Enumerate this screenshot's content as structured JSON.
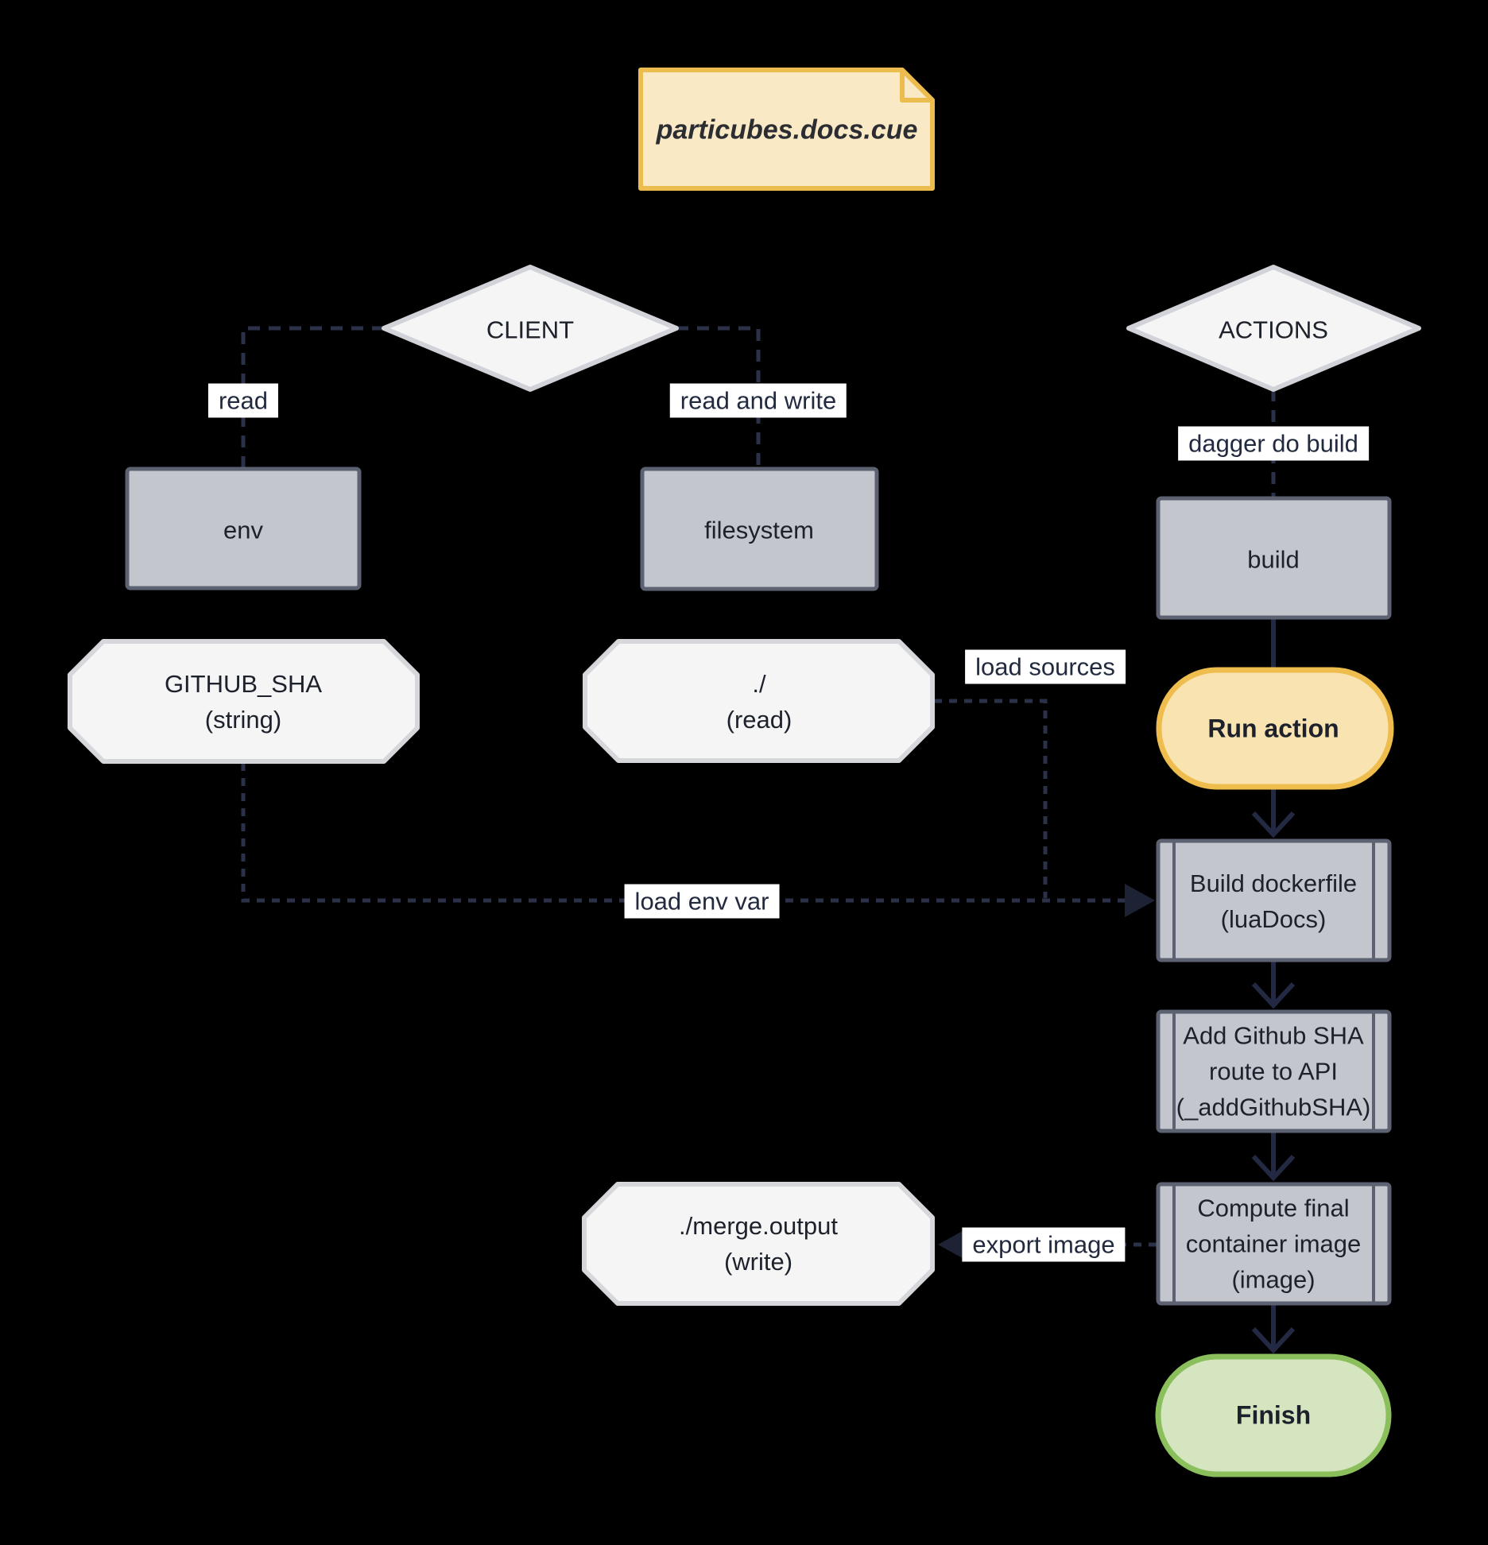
{
  "note": {
    "label": "particubes.docs.cue"
  },
  "diamonds": {
    "client": "CLIENT",
    "actions": "ACTIONS"
  },
  "nodes": {
    "env": "env",
    "filesystem": "filesystem",
    "build": "build",
    "github_sha": "GITHUB_SHA\n(string)",
    "read_dir": "./\n(read)",
    "run_action": "Run action",
    "build_dockerfile": "Build dockerfile\n(luaDocs)",
    "add_github_sha": "Add Github SHA\nroute to API\n(_addGithubSHA)",
    "compute_image": "Compute final\ncontainer image\n(image)",
    "merge_output": "./merge.output\n(write)",
    "finish": "Finish"
  },
  "edge_labels": {
    "read": "read",
    "read_and_write": "read and write",
    "dagger_do_build": "dagger do build",
    "load_sources": "load sources",
    "load_env_var": "load env var",
    "export_image": "export image"
  },
  "colors": {
    "background": "#000000",
    "dashed_edge": "#2b3149",
    "solid_edge": "#232942",
    "arrowhead": "#1d2335",
    "edge_label_bg": "#ffffff",
    "edge_label_text": "#222a3f",
    "gray_node_fill": "#c4c6cd",
    "gray_node_border": "#5d6272",
    "octagon_fill": "#f5f5f6",
    "octagon_border": "#d6d7db",
    "diamond_fill": "#f5f5f6",
    "diamond_border": "#d2d3d8",
    "note_fill": "#f9e9c4",
    "note_border": "#edbc4e",
    "run_action_fill": "#f8e3b1",
    "run_action_border": "#eebd4e",
    "finish_fill": "#d4e5c0",
    "finish_border": "#8abf5c",
    "node_text": "#1d212b"
  }
}
